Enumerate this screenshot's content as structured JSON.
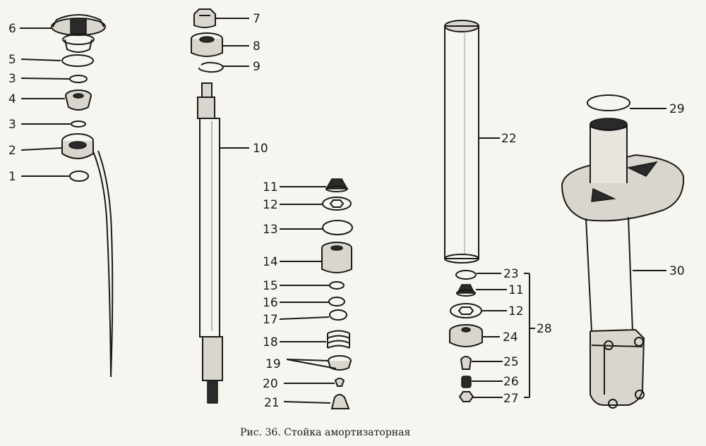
{
  "labels": {
    "l1": "1",
    "l2": "2",
    "l3a": "3",
    "l4": "4",
    "l3b": "3",
    "l5": "5",
    "l6": "6",
    "l7": "7",
    "l8": "8",
    "l9": "9",
    "l10": "10",
    "l11": "11",
    "l12": "12",
    "l13": "13",
    "l14": "14",
    "l15": "15",
    "l16": "16",
    "l17": "17",
    "l18": "18",
    "l19": "19",
    "l20": "20",
    "l21": "21",
    "l22": "22",
    "l23": "23",
    "l11b": "11",
    "l12b": "12",
    "l24": "24",
    "l25": "25",
    "l26": "26",
    "l27": "27",
    "l28": "28",
    "l29": "29",
    "l30": "30"
  },
  "caption": "Рис. 36. Стойка амортизаторная"
}
